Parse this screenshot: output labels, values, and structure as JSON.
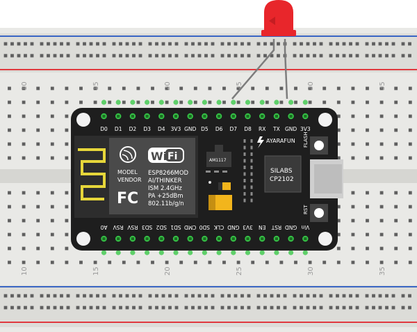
{
  "breadboard": {
    "column_numbers": [
      "10",
      "15",
      "20",
      "25",
      "30",
      "35"
    ]
  },
  "board": {
    "top_pins": [
      "D0",
      "D1",
      "D2",
      "D3",
      "D4",
      "3V3",
      "GND",
      "D5",
      "D6",
      "D7",
      "D8",
      "RX",
      "TX",
      "GND",
      "3V3"
    ],
    "bottom_pins": [
      "A0",
      "RSV",
      "RSV",
      "SD3",
      "SD2",
      "SD1",
      "CMD",
      "SD0",
      "CLK",
      "GND",
      "3V3",
      "EN",
      "RST",
      "GND",
      "Vin"
    ],
    "module": {
      "model_label": "MODEL",
      "vendor_label": "VENDOR",
      "fc_mark": "FC",
      "wifi_text": "Wi",
      "wifi_text2": "Fi",
      "line1": "ESP8266MOD",
      "line2": "AI/THINKER",
      "line3": "ISM 2.4GHz",
      "line4": "PA +25dBm",
      "line5": "802.11b/g/n"
    },
    "regulator_label": "AM1117",
    "brand": "AYARAFUN",
    "usb_chip_line1": "SILABS",
    "usb_chip_line2": "CP2102",
    "flash_label": "FLASH",
    "rst_label": "RST"
  },
  "colors": {
    "rail_red": "#e0393e",
    "rail_blue": "#3a66c4",
    "board_bg": "#1e1e1e",
    "pin_green": "#36c447",
    "led_red": "#e8262b"
  }
}
